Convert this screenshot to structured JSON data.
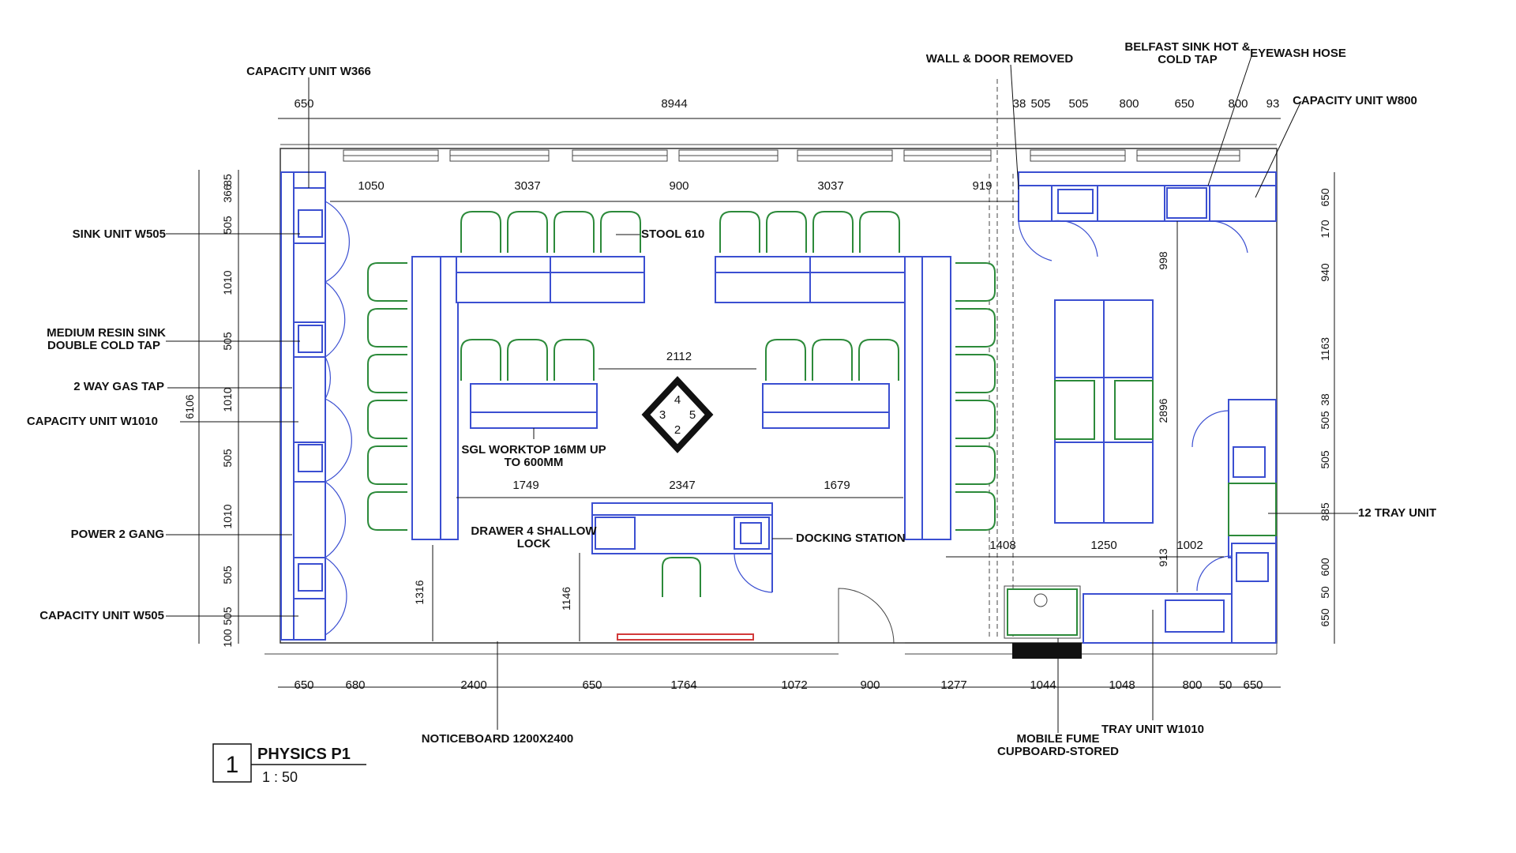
{
  "title": {
    "number": "1",
    "name": "PHYSICS P1",
    "scale": "1 : 50"
  },
  "colors": {
    "furniture": "#3b4fd1",
    "stools": "#2c8a3a",
    "noticeboard_mark": "#d23a3a",
    "fume_base": "#111111"
  },
  "labels": {
    "capacity_w366": "CAPACITY UNIT W366",
    "wall_door_removed": "WALL & DOOR REMOVED",
    "belfast_sink_1": "BELFAST SINK HOT &",
    "belfast_sink_2": "COLD TAP",
    "eyewash": "EYEWASH HOSE",
    "capacity_w800": "CAPACITY UNIT W800",
    "sink_w505": "SINK UNIT W505",
    "medium_resin_1": "MEDIUM RESIN SINK",
    "medium_resin_2": "DOUBLE COLD TAP",
    "gas_tap": "2 WAY GAS TAP",
    "capacity_w1010": "CAPACITY UNIT W1010",
    "power": "POWER 2 GANG",
    "capacity_w505": "CAPACITY UNIT W505",
    "stool": "STOOL 610",
    "sgl_worktop_1": "SGL WORKTOP 16MM UP",
    "sgl_worktop_2": "TO 600MM",
    "drawer_1": "DRAWER 4 SHALLOW",
    "drawer_2": "LOCK",
    "docking": "DOCKING STATION",
    "tray12": "12 TRAY UNIT",
    "noticeboard": "NOTICEBOARD 1200X2400",
    "fume_1": "MOBILE FUME",
    "fume_2": "CUPBOARD-STORED",
    "tray_w1010": "TRAY UNIT W1010"
  },
  "compass": [
    "4",
    "3",
    "5",
    "2"
  ],
  "dims": {
    "top": [
      "650",
      "8944",
      "38",
      "505",
      "505",
      "800",
      "650",
      "800",
      "93"
    ],
    "inner_top": [
      "1050",
      "3037",
      "900",
      "3037",
      "919"
    ],
    "left": [
      "6106",
      "85",
      "366",
      "505",
      "1010",
      "505",
      "1010",
      "505",
      "1010",
      "505",
      "505",
      "100"
    ],
    "right": [
      "650",
      "170",
      "940",
      "1163",
      "38",
      "505",
      "505",
      "885",
      "600",
      "50",
      "650"
    ],
    "bottom": [
      "650",
      "680",
      "2400",
      "650",
      "1764",
      "1072",
      "900",
      "1277",
      "1044",
      "1048",
      "800",
      "50",
      "650"
    ],
    "middle": {
      "gap": "2112",
      "bench_left": "1749",
      "bench_center": "2347",
      "bench_right": "1679",
      "v1316": "1316",
      "v1146": "1146",
      "right_a": "1408",
      "right_b": "1250",
      "right_c": "1002",
      "v998": "998",
      "v2896": "2896",
      "v913": "913"
    }
  }
}
